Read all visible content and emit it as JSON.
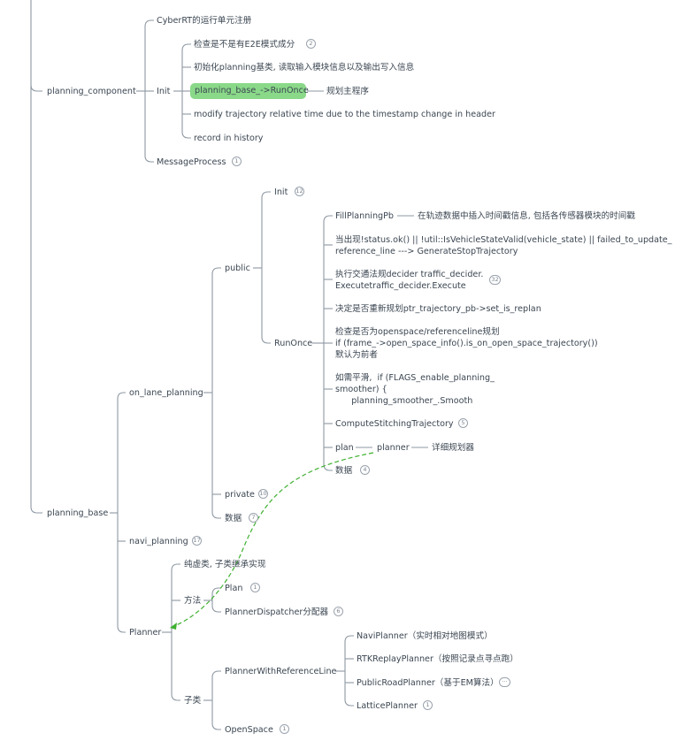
{
  "nodes": {
    "planning_component": "planning_component",
    "cyberrt": "CyberRT的运行单元注册",
    "init": "Init",
    "check_e2e": "检查是不是有E2E模式成分",
    "init_planning": "初始化planning基类, 读取输入模块信息以及输出写入信息",
    "run_once_hl": "planning_base_->RunOnce",
    "plan_main": "规划主程序",
    "modify_traj": "modify trajectory relative time due to the timestamp change in header",
    "record_history": "record in history",
    "message_process": "MessageProcess",
    "planning_base": "planning_base",
    "on_lane_planning": "on_lane_planning",
    "public": "public",
    "init2": "Init",
    "run_once": "RunOnce",
    "fill_pb": "FillPlanningPb",
    "fill_pb_desc": "在轨迹数据中插入时间戳信息, 包括各传感器模块的时间戳",
    "status_check": "当出现!status.ok() || !util::IsVehicleStateValid(vehicle_state) || failed_to_update_\nreference_line ---> GenerateStopTrajectory",
    "traffic_decider": "执行交通法规decider traffic_decider.\nExecutetraffic_decider.Execute",
    "replan": "决定是否重新规划ptr_trajectory_pb->set_is_replan",
    "openspace_check": "检查是否为openspace/referenceline规划\nif (frame_->open_space_info().is_on_open_space_trajectory())\n默认为前者",
    "smooth": "如需平滑,  if (FLAGS_enable_planning_\nsmoother) {\n      planning_smoother_.Smooth",
    "stitching": "ComputeStitchingTrajectory",
    "plan": "plan",
    "planner": "planner",
    "planner_desc": "详细规划器",
    "data_inner": "数据",
    "private": "private",
    "data_outer": "数据",
    "navi_planning": "navi_planning",
    "planner_root": "Planner",
    "pure_virtual": "纯虚类, 子类继承实现",
    "method": "方法",
    "plan_method": "Plan",
    "dispatcher": "PlannerDispatcher分配器",
    "subclass": "子类",
    "with_ref_line": "PlannerWithReferenceLine",
    "navi_planner": "NaviPlanner（实时相对地图模式）",
    "rtk_planner": "RTKReplayPlanner（按照记录点寻点跑）",
    "public_road": "PublicRoadPlanner（基于EM算法）",
    "lattice": "LatticePlanner",
    "openspace": "OpenSpace"
  },
  "badges": {
    "check_e2e": "2",
    "message_process": "1",
    "init2": "12",
    "traffic_decider": "32",
    "stitching": "5",
    "data_inner": "4",
    "private": "10",
    "data_outer": "7",
    "navi_planning": "17",
    "plan_method": "1",
    "dispatcher": "6",
    "public_road": "···",
    "lattice": "1",
    "openspace": "1"
  },
  "colors": {
    "line": "#8e98a3",
    "highlight": "#8ad989",
    "relation": "#3fb031",
    "text": "#3b4652"
  }
}
